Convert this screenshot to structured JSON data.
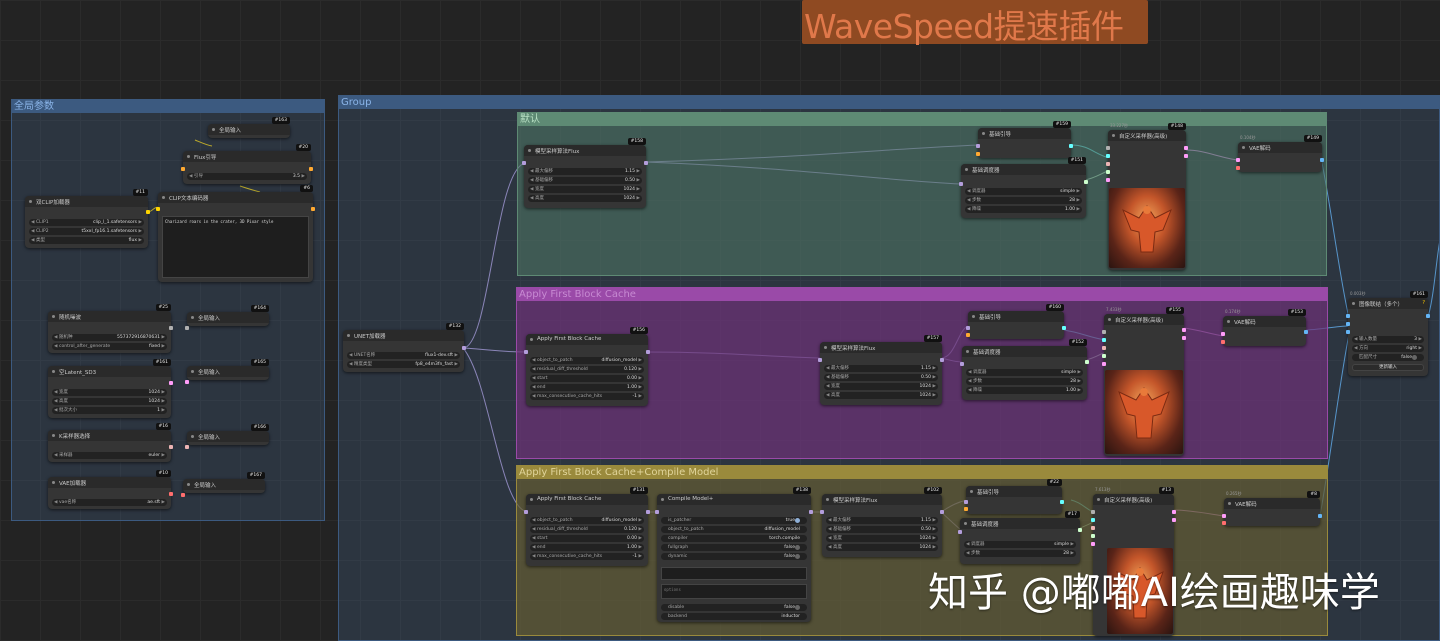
{
  "banner": "WaveSpeed提速插件",
  "watermark": "知乎 @嘟嘟AI绘画趣味学",
  "groups": {
    "global": "全局参数",
    "main": "Group",
    "default": "默认",
    "fbc": "Apply First Block Cache",
    "fbc_compile": "Apply First Block Cache+Compile Model"
  },
  "nodes": {
    "n163": {
      "id": "#163",
      "title": "全局输入"
    },
    "n20": {
      "id": "#20",
      "title": "Flux引导",
      "w": [
        {
          "l": "引导",
          "v": "3.5"
        }
      ]
    },
    "n11": {
      "id": "#11",
      "title": "双CLIP加载器",
      "w": [
        {
          "l": "CLIP1",
          "v": "clip_l_1.safetensors"
        },
        {
          "l": "CLIP2",
          "v": "t5xxl_fp16.1.safetensors"
        },
        {
          "l": "类型",
          "v": "flux"
        }
      ]
    },
    "n6": {
      "id": "#6",
      "title": "CLIP文本编码器",
      "text": "Charizard roars in the crater, 3D Pixar style"
    },
    "n25": {
      "id": "#25",
      "title": "随机噪波",
      "w": [
        {
          "l": "随机种",
          "v": "557372916870631"
        },
        {
          "l": "control_after_generate",
          "v": "fixed"
        }
      ]
    },
    "n164": {
      "id": "#164",
      "title": "全局输入"
    },
    "n161": {
      "id": "#161",
      "title": "空Latent_SD3",
      "w": [
        {
          "l": "宽度",
          "v": "1024"
        },
        {
          "l": "高度",
          "v": "1024"
        },
        {
          "l": "批次大小",
          "v": "1"
        }
      ]
    },
    "n165": {
      "id": "#165",
      "title": "全局输入"
    },
    "n16": {
      "id": "#16",
      "title": "K采样器选择",
      "w": [
        {
          "l": "采样器",
          "v": "euler"
        }
      ]
    },
    "n166": {
      "id": "#166",
      "title": "全局输入"
    },
    "n10": {
      "id": "#10",
      "title": "VAE加载器",
      "w": [
        {
          "l": "vae名称",
          "v": "ae.sft"
        }
      ]
    },
    "n167": {
      "id": "#167",
      "title": "全局输入"
    },
    "n132": {
      "id": "#132",
      "title": "UNET加载器",
      "w": [
        {
          "l": "UNET名称",
          "v": "flux1-dev.sft"
        },
        {
          "l": "精度类型",
          "v": "fp8_e4m3fn_fast"
        }
      ]
    },
    "n158": {
      "id": "#158",
      "title": "模型采样算法Flux",
      "w": [
        {
          "l": "最大偏移",
          "v": "1.15"
        },
        {
          "l": "基础偏移",
          "v": "0.50"
        },
        {
          "l": "宽度",
          "v": "1024"
        },
        {
          "l": "高度",
          "v": "1024"
        }
      ]
    },
    "n159": {
      "id": "#159",
      "title": "基础引导"
    },
    "n151": {
      "id": "#151",
      "title": "基础调度器",
      "w": [
        {
          "l": "调度器",
          "v": "simple"
        },
        {
          "l": "步数",
          "v": "28"
        },
        {
          "l": "降噪",
          "v": "1.00"
        }
      ]
    },
    "n148": {
      "id": "#148",
      "title": "自定义采样器(高级)",
      "time": "33.227秒"
    },
    "n149": {
      "id": "#149",
      "title": "VAE解码",
      "time": "0.104秒"
    },
    "n156": {
      "id": "#156",
      "title": "Apply First Block Cache",
      "w": [
        {
          "l": "object_to_patch",
          "v": "diffusion_model"
        },
        {
          "l": "residual_diff_threshold",
          "v": "0.120"
        },
        {
          "l": "start",
          "v": "0.00"
        },
        {
          "l": "end",
          "v": "1.00"
        },
        {
          "l": "max_consecutive_cache_hits",
          "v": "-1"
        }
      ]
    },
    "n157": {
      "id": "#157",
      "title": "模型采样算法Flux",
      "w": [
        {
          "l": "最大偏移",
          "v": "1.15"
        },
        {
          "l": "基础偏移",
          "v": "0.50"
        },
        {
          "l": "宽度",
          "v": "1024"
        },
        {
          "l": "高度",
          "v": "1024"
        }
      ]
    },
    "n160": {
      "id": "#160",
      "title": "基础引导"
    },
    "n152": {
      "id": "#152",
      "title": "基础调度器",
      "w": [
        {
          "l": "调度器",
          "v": "simple"
        },
        {
          "l": "步数",
          "v": "28"
        },
        {
          "l": "降噪",
          "v": "1.00"
        }
      ]
    },
    "n155": {
      "id": "#155",
      "title": "自定义采样器(高级)",
      "time": "7.433秒"
    },
    "n153": {
      "id": "#153",
      "title": "VAE解码",
      "time": "0.174秒"
    },
    "n131": {
      "id": "#131",
      "title": "Apply First Block Cache",
      "w": [
        {
          "l": "object_to_patch",
          "v": "diffusion_model"
        },
        {
          "l": "residual_diff_threshold",
          "v": "0.120"
        },
        {
          "l": "start",
          "v": "0.00"
        },
        {
          "l": "end",
          "v": "1.00"
        },
        {
          "l": "max_consecutive_cache_hits",
          "v": "-1"
        }
      ]
    },
    "n138": {
      "id": "#138",
      "title": "Compile Model+",
      "w": [
        {
          "l": "is_patcher",
          "v": "true"
        },
        {
          "l": "object_to_patch",
          "v": "diffusion_model"
        },
        {
          "l": "compiler",
          "v": "torch.compile"
        },
        {
          "l": "fullgraph",
          "v": "false"
        },
        {
          "l": "dynamic",
          "v": "false"
        }
      ],
      "extra": [
        {
          "l": "disable",
          "v": "false"
        },
        {
          "l": "backend",
          "v": "inductor"
        }
      ],
      "ph": "options"
    },
    "n102": {
      "id": "#102",
      "title": "模型采样算法Flux",
      "w": [
        {
          "l": "最大偏移",
          "v": "1.15"
        },
        {
          "l": "基础偏移",
          "v": "0.50"
        },
        {
          "l": "宽度",
          "v": "1024"
        },
        {
          "l": "高度",
          "v": "1024"
        }
      ]
    },
    "n22": {
      "id": "#22",
      "title": "基础引导"
    },
    "n17": {
      "id": "#17",
      "title": "基础调度器",
      "w": [
        {
          "l": "调度器",
          "v": "simple"
        },
        {
          "l": "步数",
          "v": "28"
        }
      ]
    },
    "n13": {
      "id": "#13",
      "title": "自定义采样器(高级)",
      "time": "7.613秒"
    },
    "n8": {
      "id": "#8",
      "title": "VAE解码",
      "time": "0.265秒"
    },
    "n161b": {
      "id": "#161",
      "title": "图像联结（多个）",
      "time": "0.003秒",
      "w": [
        {
          "l": "输入数量",
          "v": "3"
        },
        {
          "l": "方向",
          "v": "right"
        },
        {
          "l": "匹配尺寸",
          "v": "false"
        }
      ],
      "btn": "更新输入"
    }
  },
  "colors": {
    "model": "#b39ddb",
    "clip": "#ffd500",
    "cond": "#ffa931",
    "latent": "#ff9cf9",
    "image": "#64b5f6",
    "vae": "#ff6e6e",
    "sigmas": "#cdffcd",
    "guider": "#66ffff",
    "noise": "#b0b0b0",
    "sampler": "#ecb4b4"
  }
}
